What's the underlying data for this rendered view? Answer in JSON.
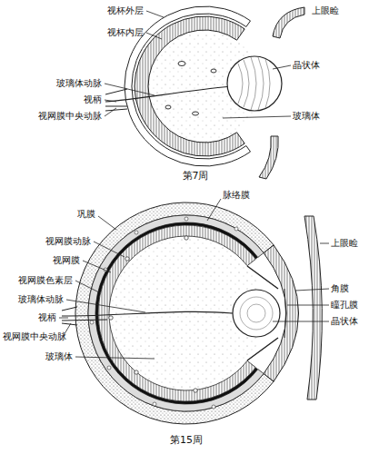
{
  "diagram": {
    "labels": [
      "视杯外层",
      "视杯内层",
      "上眼睑",
      "晶状体",
      "玻璃体动脉",
      "视柄",
      "视网膜中央动脉",
      "玻璃体",
      "第7周",
      "巩膜",
      "脉络膜",
      "视网膜动脉",
      "视网膜",
      "上眼睑",
      "视网膜色素层",
      "角膜",
      "瞳孔膜",
      "玻璃体动脉",
      "晶状体",
      "视柄",
      "视网膜中央动脉",
      "玻璃体",
      "第15周"
    ]
  }
}
